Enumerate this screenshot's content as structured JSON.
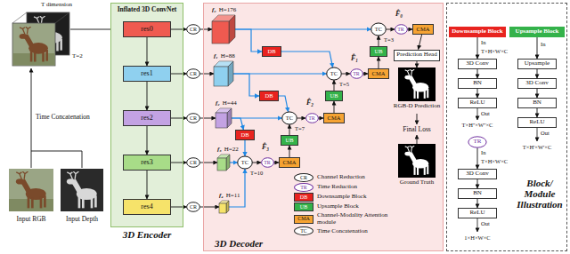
{
  "diagram": {
    "nodes": [
      {
        "text": [
          "Inflated 3D ConvNet",
          "3D Encoder"
        ]
      },
      {
        "text": [
          "res0"
        ],
        "in": 0
      },
      {
        "text": [
          "res1"
        ],
        "in": 0
      },
      {
        "text": [
          "res2"
        ],
        "in": 0
      },
      {
        "text": [
          "res3"
        ],
        "in": 0
      },
      {
        "text": [
          "res4"
        ],
        "in": 0
      },
      {
        "text": [
          "CR"
        ]
      },
      {
        "text": [
          "CR"
        ]
      },
      {
        "text": [
          "CR"
        ]
      },
      {
        "text": [
          "CR"
        ]
      },
      {
        "text": [
          "CR"
        ]
      },
      {
        "text": [
          "3D Decoder"
        ]
      },
      {
        "text": [
          "f₀",
          "H=176"
        ],
        "in": 11
      },
      {
        "text": [
          "f₁",
          "H=88"
        ],
        "in": 11
      },
      {
        "text": [
          "f₂",
          "H=44"
        ],
        "in": 11
      },
      {
        "text": [
          "f₃",
          "H=22"
        ],
        "in": 11
      },
      {
        "text": [
          "f₄",
          "H=11"
        ],
        "in": 11
      },
      {
        "text": [
          "DB"
        ],
        "in": 11
      },
      {
        "text": [
          "DB"
        ],
        "in": 11
      },
      {
        "text": [
          "DB"
        ],
        "in": 11
      },
      {
        "text": [
          "TC"
        ],
        "in": 11
      },
      {
        "text": [
          "TC"
        ],
        "in": 11
      },
      {
        "text": [
          "TC"
        ],
        "in": 11
      },
      {
        "text": [
          "TC"
        ],
        "in": 11
      },
      {
        "text": [
          "TR"
        ],
        "in": 11
      },
      {
        "text": [
          "TR"
        ],
        "in": 11
      },
      {
        "text": [
          "TR"
        ],
        "in": 11
      },
      {
        "text": [
          "TR"
        ],
        "in": 11
      },
      {
        "text": [
          "CMA"
        ],
        "in": 11
      },
      {
        "text": [
          "CMA"
        ],
        "in": 11
      },
      {
        "text": [
          "CMA"
        ],
        "in": 11
      },
      {
        "text": [
          "CMA"
        ],
        "in": 11
      },
      {
        "text": [
          "UB"
        ],
        "in": 11
      },
      {
        "text": [
          "UB"
        ],
        "in": 11
      },
      {
        "text": [
          "UB"
        ],
        "in": 11
      },
      {
        "text": [
          "Prediction Head"
        ],
        "in": 11
      },
      {
        "text": [
          "RGB-D Prediction"
        ],
        "in": 11
      },
      {
        "text": [
          "Final Loss"
        ],
        "in": 11
      },
      {
        "text": [
          "Ground Truth"
        ],
        "in": 11
      },
      {
        "text": [
          "Block/ Module Illustration"
        ]
      },
      {
        "text": [
          "Downsample Block"
        ],
        "in": 39
      },
      {
        "text": [
          "3D Conv"
        ],
        "in": 39
      },
      {
        "text": [
          "BN"
        ],
        "in": 39
      },
      {
        "text": [
          "ReLU"
        ],
        "in": 39
      },
      {
        "text": [
          "TR"
        ],
        "in": 39
      },
      {
        "text": [
          "3D Conv"
        ],
        "in": 39
      },
      {
        "text": [
          "BN"
        ],
        "in": 39
      },
      {
        "text": [
          "ReLU"
        ],
        "in": 39
      },
      {
        "text": [
          "Upsample Block"
        ],
        "in": 39
      },
      {
        "text": [
          "Upsample"
        ],
        "in": 39
      },
      {
        "text": [
          "3D Conv"
        ],
        "in": 39
      },
      {
        "text": [
          "BN"
        ],
        "in": 39
      },
      {
        "text": [
          "ReLU"
        ],
        "in": 39
      }
    ],
    "edges": [
      {
        "from": 1,
        "to": 2,
        "arrow": "to"
      },
      {
        "from": 2,
        "to": 3,
        "arrow": "to"
      },
      {
        "from": 3,
        "to": 4,
        "arrow": "to"
      },
      {
        "from": 4,
        "to": 5,
        "arrow": "to"
      },
      {
        "from": 1,
        "to": 6,
        "arrow": "to"
      },
      {
        "from": 2,
        "to": 7,
        "arrow": "to"
      },
      {
        "from": 3,
        "to": 8,
        "arrow": "to"
      },
      {
        "from": 4,
        "to": 9,
        "arrow": "to"
      },
      {
        "from": 5,
        "to": 10,
        "arrow": "to"
      },
      {
        "from": 6,
        "to": 12,
        "arrow": "to"
      },
      {
        "from": 7,
        "to": 13,
        "arrow": "to"
      },
      {
        "from": 8,
        "to": 14,
        "arrow": "to"
      },
      {
        "from": 9,
        "to": 15,
        "arrow": "to"
      },
      {
        "from": 10,
        "to": 16,
        "arrow": "to"
      },
      {
        "from": 12,
        "to": 20,
        "arrow": "to"
      },
      {
        "from": 13,
        "to": 21,
        "arrow": "to"
      },
      {
        "from": 14,
        "to": 22,
        "arrow": "to"
      },
      {
        "from": 15,
        "to": 23,
        "arrow": "to"
      },
      {
        "from": 16,
        "to": 23,
        "arrow": "to"
      },
      {
        "from": 12,
        "to": 17,
        "arrow": "to"
      },
      {
        "from": 17,
        "to": 21,
        "arrow": "to"
      },
      {
        "from": 13,
        "to": 18,
        "arrow": "to"
      },
      {
        "from": 18,
        "to": 22,
        "arrow": "to"
      },
      {
        "from": 14,
        "to": 19,
        "arrow": "to"
      },
      {
        "from": 19,
        "to": 23,
        "arrow": "to"
      },
      {
        "from": 20,
        "to": 24,
        "arrow": "to"
      },
      {
        "from": 21,
        "to": 25,
        "arrow": "to"
      },
      {
        "from": 22,
        "to": 26,
        "arrow": "to"
      },
      {
        "from": 23,
        "to": 27,
        "arrow": "to"
      },
      {
        "from": 24,
        "to": 28,
        "arrow": "to"
      },
      {
        "from": 25,
        "to": 29,
        "arrow": "to"
      },
      {
        "from": 26,
        "to": 30,
        "arrow": "to"
      },
      {
        "from": 27,
        "to": 31,
        "arrow": "to"
      },
      {
        "from": 29,
        "to": 32,
        "arrow": "to"
      },
      {
        "from": 30,
        "to": 33,
        "arrow": "to"
      },
      {
        "from": 31,
        "to": 34,
        "arrow": "to"
      },
      {
        "from": 32,
        "to": 20,
        "arrow": "to"
      },
      {
        "from": 33,
        "to": 21,
        "arrow": "to"
      },
      {
        "from": 34,
        "to": 22,
        "arrow": "to"
      },
      {
        "from": 28,
        "to": 35,
        "arrow": "to"
      },
      {
        "from": 35,
        "to": 36,
        "arrow": "to"
      },
      {
        "from": 36,
        "to": 37,
        "arrow": "to"
      },
      {
        "from": 38,
        "to": 37,
        "arrow": "to"
      },
      {
        "from": 41,
        "to": 42,
        "arrow": "to"
      },
      {
        "from": 42,
        "to": 43,
        "arrow": "to"
      },
      {
        "from": 44,
        "to": 45,
        "arrow": "to"
      },
      {
        "from": 45,
        "to": 46,
        "arrow": "to"
      },
      {
        "from": 46,
        "to": 47,
        "arrow": "to"
      },
      {
        "from": 49,
        "to": 50,
        "arrow": "to"
      },
      {
        "from": 50,
        "to": 51,
        "arrow": "to"
      },
      {
        "from": 51,
        "to": 52,
        "arrow": "to"
      },
      {
        "from": 40,
        "to": 41,
        "arrow": "to"
      },
      {
        "from": 48,
        "to": 49,
        "arrow": "to"
      }
    ],
    "labels": [
      "T dimension",
      "T=2",
      "Time Concatenation",
      "Input RGB",
      "Input Depth",
      "F̂₀",
      "F̂₁",
      "F̂₂",
      "F̂₃",
      "T=3",
      "T=5",
      "T=7",
      "T=10",
      "CR",
      "TR",
      "DB",
      "UB",
      "CMA",
      "TC",
      "In",
      "T×H×W×C",
      "Out",
      "T×H''×W''×C",
      "In",
      "T×H×W×C",
      "Out",
      "1×H×W×C",
      "In",
      "Out",
      "T×H'×W'×C"
    ],
    "legend": [
      {
        "text": "Channel Reduction"
      },
      {
        "text": "Time Reduction"
      },
      {
        "text": "Downsample Block",
        "color": "#e8231f"
      },
      {
        "text": "Upsample Block",
        "color": "#34b24a"
      },
      {
        "text": "Channel-Modality Attention module",
        "color": "#f6a333"
      },
      {
        "text": "Time Concatenation"
      }
    ]
  }
}
